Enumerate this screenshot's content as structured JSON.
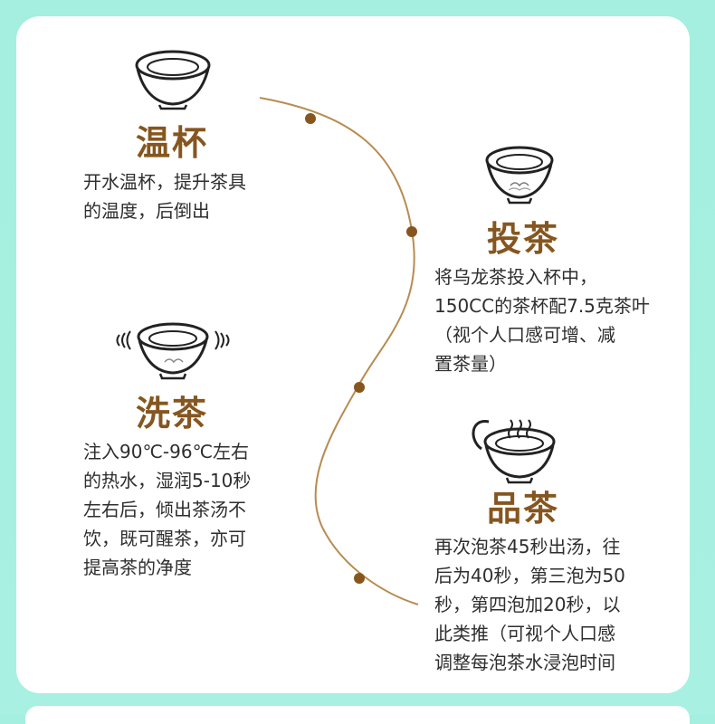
{
  "steps": [
    {
      "title": "温杯",
      "icon": "teacup-icon",
      "lines": [
        "开水温杯，提升茶具",
        "的温度，后倒出"
      ]
    },
    {
      "title": "投茶",
      "icon": "teacup-leaves-icon",
      "lines": [
        "将乌龙茶投入杯中，",
        "150CC的茶杯配7.5克茶叶",
        "（视个人口感可增、减",
        "置茶量）"
      ]
    },
    {
      "title": "洗茶",
      "icon": "shaking-teacup-icon",
      "lines": [
        "注入90℃-96℃左右",
        "的热水，湿润5-10秒",
        "左右后，倾出茶汤不",
        "饮，既可醒茶，亦可",
        "提高茶的净度"
      ]
    },
    {
      "title": "品茶",
      "icon": "steaming-teacup-icon",
      "lines": [
        "再次泡茶45秒出汤，往",
        "后为40秒，第三泡为50",
        "秒，第四泡加20秒，以",
        "此类推（可视个人口感",
        "调整每泡茶水浸泡时间"
      ]
    }
  ],
  "colors": {
    "accent": "#85561f",
    "curve": "#b78c50",
    "dot": "#87561f"
  }
}
